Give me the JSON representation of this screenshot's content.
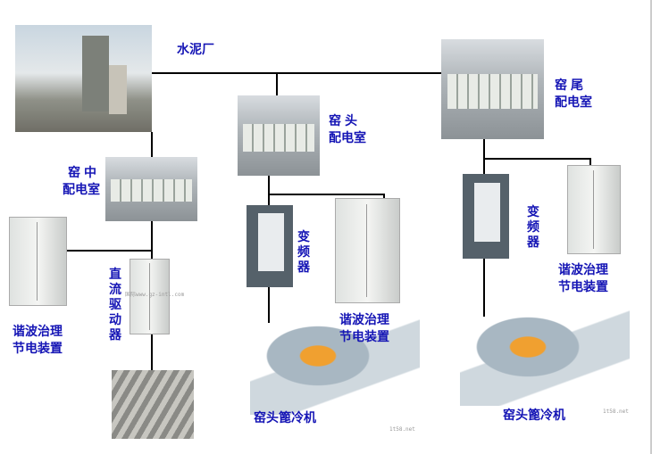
{
  "labels": {
    "cement_plant": "水泥厂",
    "kiln_head_room": [
      "窑头",
      "配电室"
    ],
    "kiln_tail_room": [
      "窑尾",
      "配电室"
    ],
    "kiln_mid_room": [
      "窑中",
      "配电室"
    ],
    "harmonic_left": [
      "谐波治理",
      "节电装置"
    ],
    "harmonic_head": [
      "谐波治理",
      "节电装置"
    ],
    "harmonic_tail": [
      "谐波治理",
      "节电装置"
    ],
    "dc_drive": "直流驱动器",
    "inverter_head": "变频器",
    "inverter_tail": "变频器",
    "cooler_head": "窑头篦冷机",
    "cooler_tail": "窑头篦冷机"
  },
  "watermarks": {
    "drive": "国际www.gz-intl.com",
    "cooler1": "1t58.net",
    "cooler2": "1t58.net"
  },
  "colors": {
    "label": "#1515b5",
    "line": "#000000"
  }
}
